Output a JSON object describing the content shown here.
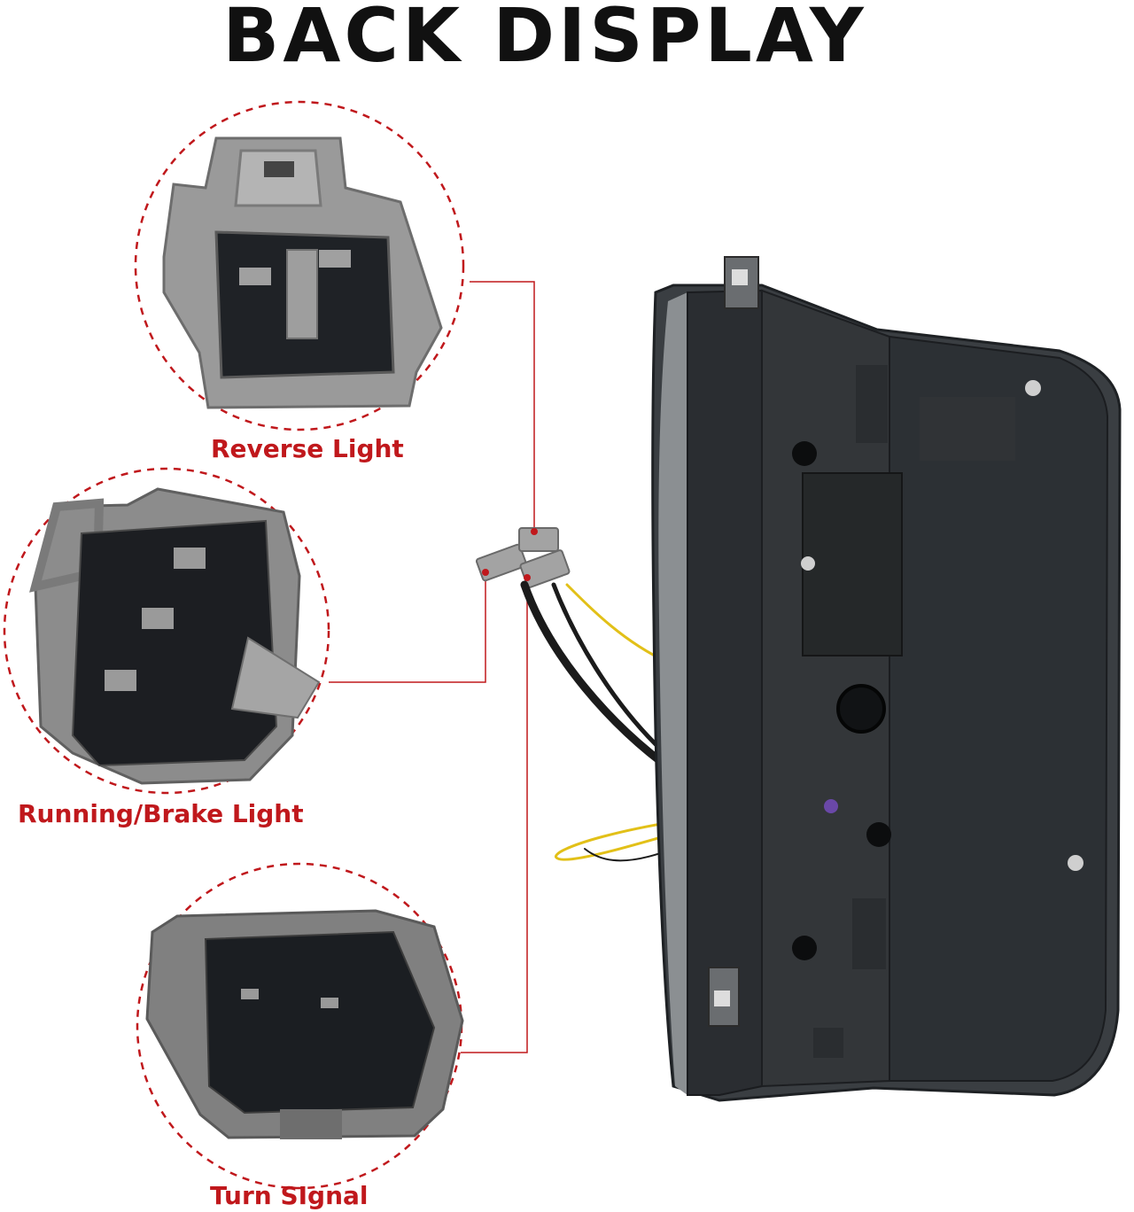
{
  "title": "BACK DISPLAY",
  "callouts": [
    {
      "label": "Reverse Light"
    },
    {
      "label": "Running/Brake Light"
    },
    {
      "label": "Turn  SIgnal"
    }
  ],
  "colors": {
    "title": "#111111",
    "label": "#c0181c",
    "callout_line": "#c0181c",
    "connector_gray": "#8d8d8d",
    "housing_dark": "#2e3236"
  },
  "icons": [
    "reverse-light-connector-icon",
    "running-brake-connector-icon",
    "turn-signal-connector-icon",
    "tail-light-housing-icon"
  ]
}
